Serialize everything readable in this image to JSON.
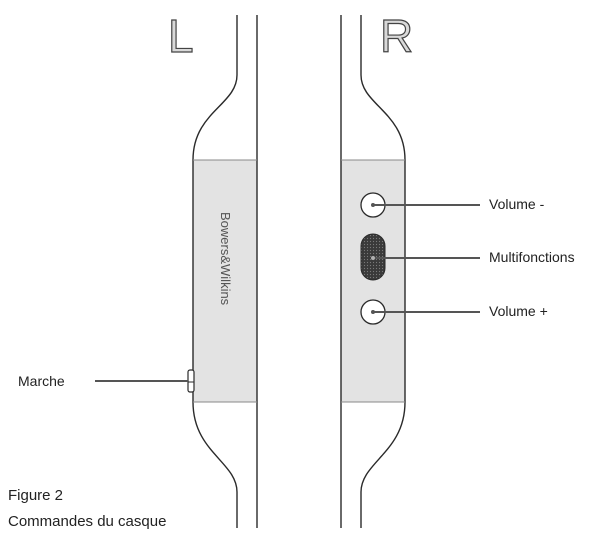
{
  "side_letters": {
    "left": "L",
    "right": "R"
  },
  "left_earcup": {
    "brand_text": "Bowers&Wilkins"
  },
  "right_earcup": {
    "controls": [
      {
        "label": "Volume -"
      },
      {
        "label": "Multifonctions"
      },
      {
        "label": "Volume +"
      }
    ]
  },
  "power_label": "Marche",
  "caption": {
    "line1": "Figure 2",
    "line2": "Commandes du casque"
  },
  "colors": {
    "panel_fill": "#e3e3e3",
    "outline": "#2a2a2a",
    "letter_fill": "#d9d9d9",
    "multifunction_button": "#3a3a3a"
  }
}
